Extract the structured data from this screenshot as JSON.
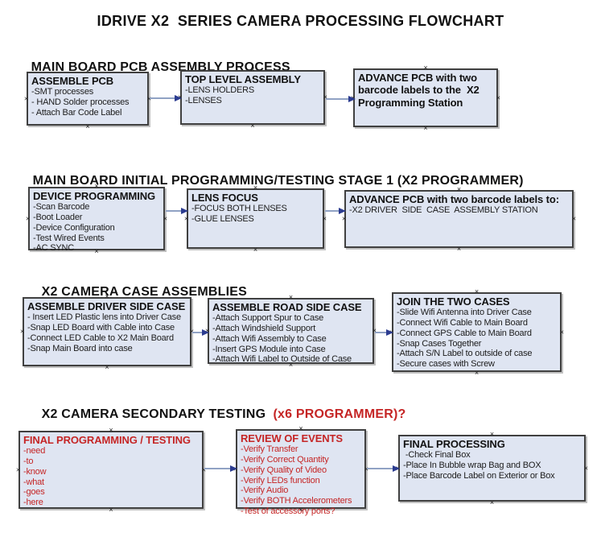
{
  "glyphs": {
    "handle": "×"
  },
  "colors": {
    "accent_red": "#c52525",
    "box_fill": "#dfe5f2",
    "box_border": "#404040",
    "connector_line": "#90a2c4",
    "arrowhead": "#2c3c90",
    "text": "#111111"
  },
  "title": "IDRIVE X2  SERIES CAMERA PROCESSING FLOWCHART",
  "sections": [
    {
      "header": "MAIN BOARD PCB ASSEMBLY PROCESS",
      "header_highlight": "",
      "boxes": [
        {
          "title": "ASSEMBLE PCB",
          "items": [
            "-SMT processes",
            "- HAND Solder processes",
            "- Attach Bar Code Label"
          ]
        },
        {
          "title": "TOP LEVEL ASSEMBLY",
          "items": [
            "-LENS HOLDERS",
            "-LENSES"
          ]
        },
        {
          "title": "ADVANCE PCB with two barcode labels to the  X2 Programming Station",
          "items": []
        }
      ]
    },
    {
      "header": "MAIN BOARD INITIAL PROGRAMMING/TESTING STAGE 1 (X2 PROGRAMMER)",
      "header_highlight": "",
      "boxes": [
        {
          "title": "DEVICE PROGRAMMING",
          "items": [
            "-Scan Barcode",
            "-Boot Loader",
            "-Device Configuration",
            "-Test Wired Events",
            "-AC SYNC"
          ]
        },
        {
          "title": "LENS FOCUS",
          "items": [
            "-FOCUS BOTH LENSES",
            "-GLUE LENSES"
          ]
        },
        {
          "title": "ADVANCE PCB with two barcode labels to:",
          "items": [
            "-X2 DRIVER  SIDE  CASE  ASSEMBLY STATION"
          ]
        }
      ]
    },
    {
      "header": "X2 CAMERA CASE ASSEMBLIES",
      "header_highlight": "",
      "boxes": [
        {
          "title": "ASSEMBLE DRIVER SIDE CASE",
          "items": [
            "- Insert LED Plastic lens into Driver Case",
            "-Snap LED Board with Cable into Case",
            "-Connect LED Cable to X2 Main Board",
            "-Snap Main Board into case"
          ]
        },
        {
          "title": "ASSEMBLE ROAD SIDE CASE",
          "items": [
            "-Attach Support Spur to Case",
            "-Attach Windshield Support",
            "-Attach Wifi Assembly to Case",
            "-Insert GPS Module into Case",
            "-Attach Wifi Label to Outside of Case"
          ]
        },
        {
          "title": "JOIN THE TWO CASES",
          "items": [
            "-Slide Wifi Antenna into Driver Case",
            "-Connect Wifi Cable to Main Board",
            "-Connect GPS Cable to Main Board",
            "-Snap Cases Together",
            "-Attach S/N Label to outside of case",
            "-Secure cases with Screw"
          ]
        }
      ]
    },
    {
      "header": "X2 CAMERA SECONDARY TESTING  ",
      "header_highlight": "(x6 PROGRAMMER)?",
      "boxes": [
        {
          "title": "FINAL PROGRAMMING / TESTING",
          "items": [
            "-need",
            "-to",
            "-know",
            "-what",
            "-goes",
            "-here"
          ]
        },
        {
          "title": "REVIEW OF EVENTS",
          "items": [
            "-Verify Transfer",
            "-Verify Correct Quantity",
            "-Verify Quality of Video",
            "-Verify LEDs function",
            "-Verify Audio",
            "-Verify BOTH Accelerometers",
            "-Test of accessory ports?"
          ]
        },
        {
          "title": "FINAL PROCESSING",
          "items": [
            " -Check Final Box",
            "-Place In Bubble wrap Bag and BOX",
            "-Place Barcode Label on Exterior or Box"
          ]
        }
      ]
    }
  ]
}
